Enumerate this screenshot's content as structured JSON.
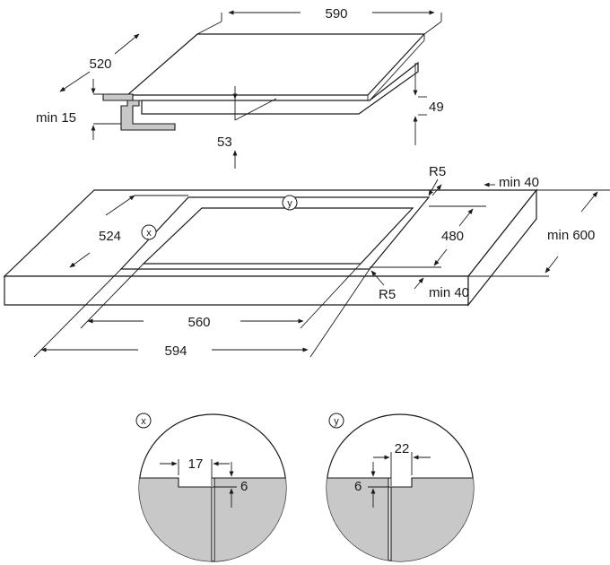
{
  "top_view": {
    "width_label": "590",
    "depth_label": "520",
    "thickness_label": "49",
    "cutout_depth_label": "53",
    "min_gap_label": "min 15"
  },
  "worktop": {
    "radius_top_label": "R5",
    "radius_bottom_label": "R5",
    "min_back_label": "min 40",
    "min_front_label": "min 40",
    "min_depth_label": "min 600",
    "cutout_depth_label": "480",
    "outer_depth_label": "524",
    "cutout_width_label": "560",
    "outer_width_label": "594",
    "marker_x": "x",
    "marker_y": "y"
  },
  "detail_x": {
    "marker": "x",
    "width_label": "17",
    "height_label": "6"
  },
  "detail_y": {
    "marker": "y",
    "width_label": "22",
    "height_label": "6"
  }
}
